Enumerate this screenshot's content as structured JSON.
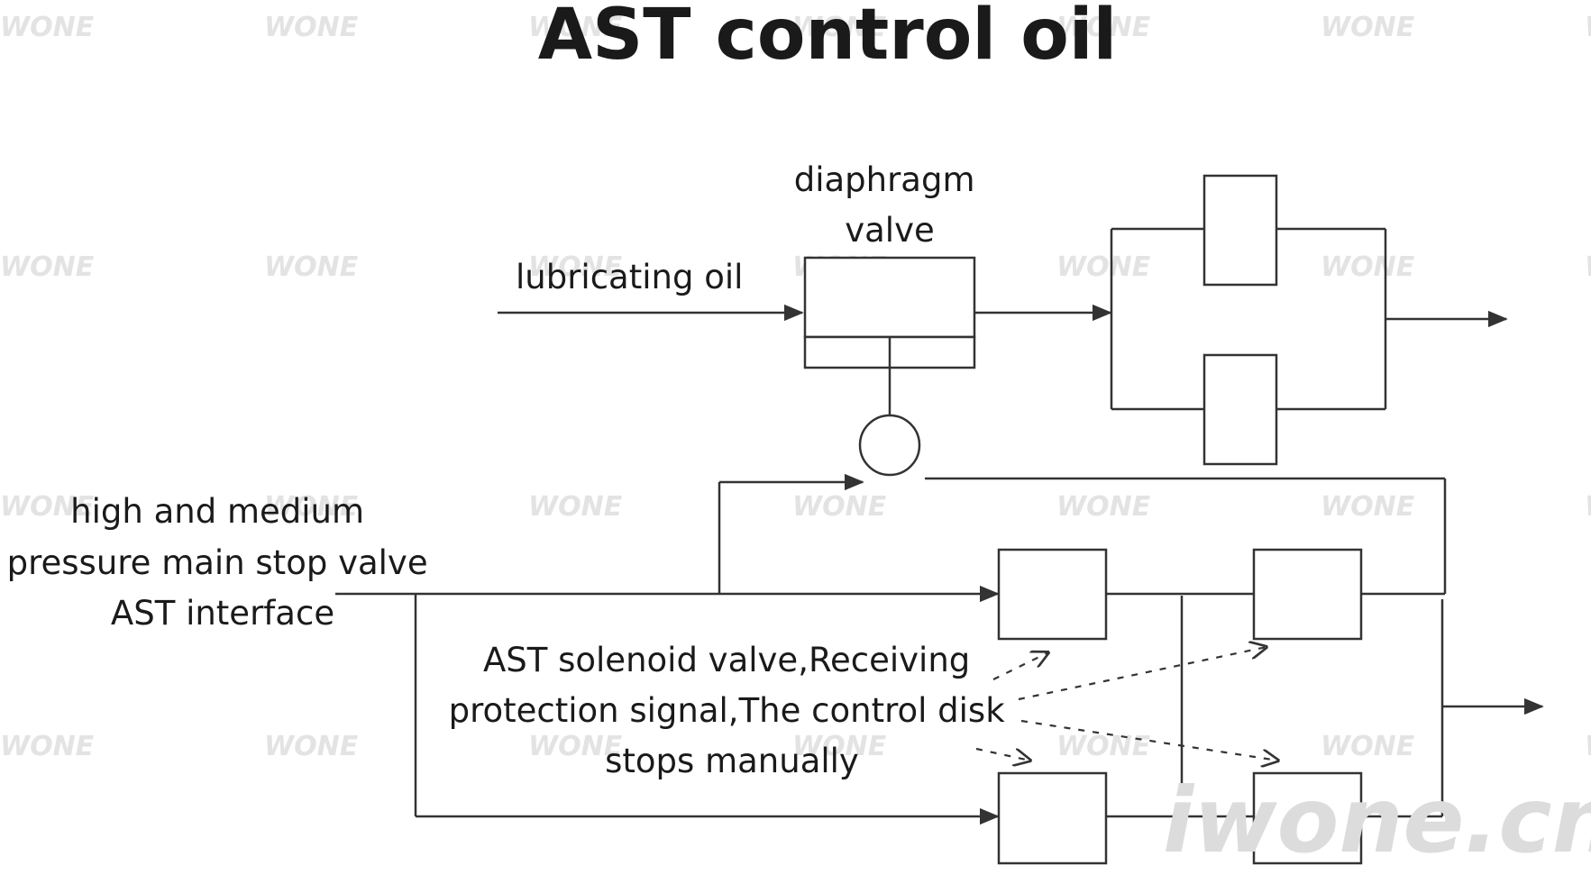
{
  "title": "AST control oil",
  "labels": {
    "diaphragm_valve": [
      "diaphragm",
      "valve"
    ],
    "lubricating_oil": "lubricating oil",
    "ast_interface": [
      "high and medium",
      "pressure main stop valve",
      "AST interface"
    ],
    "solenoid_note": [
      "AST solenoid valve,Receiving",
      "protection signal,The control disk",
      "stops manually"
    ]
  },
  "watermark": {
    "text": "WONE",
    "brand": "iwone.cn"
  },
  "colors": {
    "line": "#333333",
    "text": "#1a1a1a",
    "watermark": "#e3e3e3"
  }
}
